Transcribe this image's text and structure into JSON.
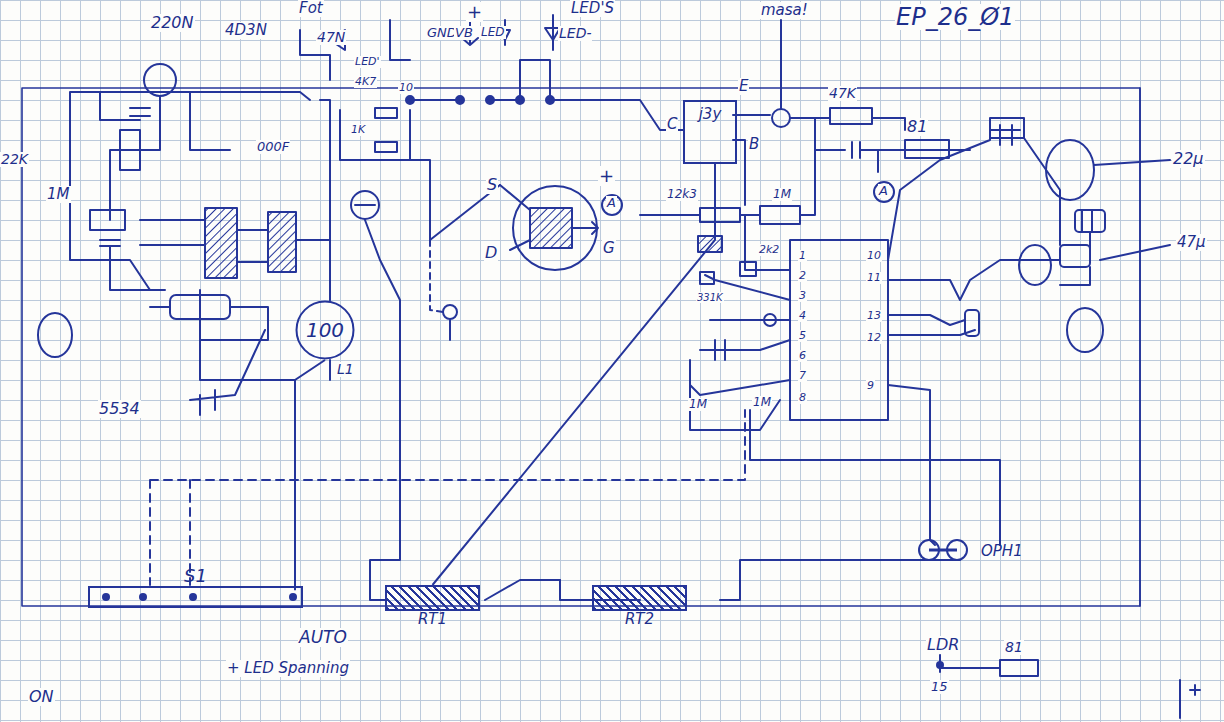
{
  "diagram": {
    "title": "EP_26_Ø1",
    "nodes": [
      {
        "text": [
          "j3y"
        ]
      },
      {
        "text": [
          "100"
        ]
      },
      {
        "text": [
          "S1"
        ]
      },
      {
        "text": [
          "RT1"
        ]
      },
      {
        "text": [
          "RT2"
        ]
      },
      {
        "text": [
          "OPH1"
        ]
      }
    ],
    "edges": [
      {
        "from": 3,
        "to": 0,
        "arrow": "none"
      },
      {
        "from": 2,
        "to": 1,
        "arrow": "none"
      }
    ],
    "labels": [
      "Fot",
      "LED'S",
      "+",
      "GND",
      "VB",
      "LED",
      "LED-",
      "masa!",
      "220N",
      "4D3N",
      "47N",
      "22K",
      "1M",
      "LED'",
      "4K7",
      "10",
      "1K",
      "000F",
      "5534",
      "L1",
      "ON",
      "AUTO",
      "+ LED Spanning",
      "S",
      "D",
      "+",
      "A",
      "G",
      "C",
      "E",
      "B",
      "12k3",
      "1M",
      "47K",
      "81",
      "A",
      "22µ",
      "47µ",
      "2k2",
      "331K",
      "1M",
      "1M",
      "1",
      "2",
      "3",
      "4",
      "5",
      "6",
      "7",
      "8",
      "10",
      "11",
      "13",
      "12",
      "9",
      "LDR",
      "15",
      "81"
    ]
  }
}
